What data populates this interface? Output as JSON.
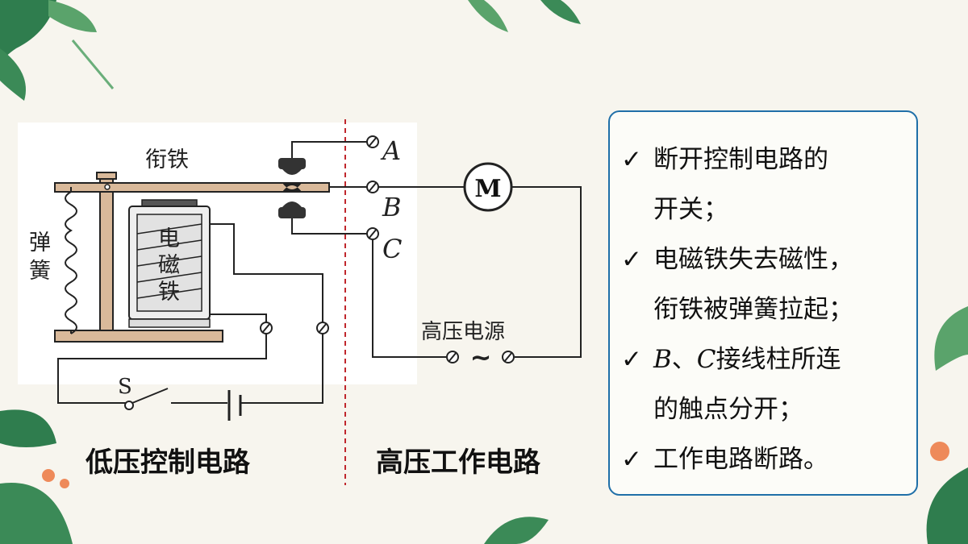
{
  "diagram": {
    "armature_label": "衔铁",
    "spring_label": "弹簧",
    "electromagnet_label": "电磁铁",
    "motor_label": "M",
    "terminal_a": "A",
    "terminal_b": "B",
    "terminal_c": "C",
    "switch_label": "S",
    "hv_source_label": "高压电源",
    "ac_symbol": "~",
    "low_circuit_caption": "低压控制电路",
    "high_circuit_caption": "高压工作电路"
  },
  "info": {
    "check_mark": "✓",
    "items": [
      {
        "line1": "断开控制电路的",
        "line2": "开关；"
      },
      {
        "line1": "电磁铁失去磁性，",
        "line2": "衔铁被弹簧拉起；"
      },
      {
        "b": "B",
        "sep": "、",
        "c": "C",
        "rest1": "接线柱所连",
        "line2": "的触点分开；"
      },
      {
        "line1": "工作电路断路。"
      }
    ]
  },
  "colors": {
    "accent_border": "#1f6fa8",
    "divider": "#c0272d",
    "relay_wood": "#d9b99a"
  }
}
